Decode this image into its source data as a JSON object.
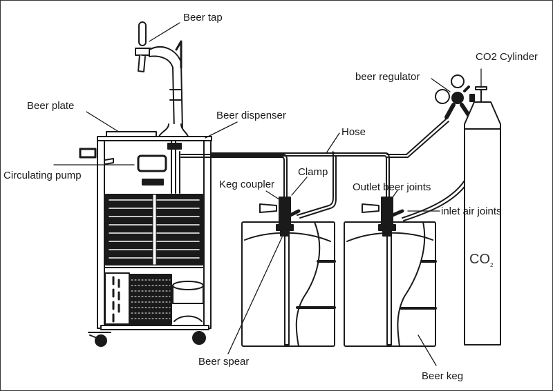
{
  "title": "Beer dispensing system diagram",
  "labels": {
    "beer_tap": "Beer tap",
    "beer_plate": "Beer plate",
    "beer_dispenser": "Beer dispenser",
    "circulating_pump": "Circulating pump",
    "hose": "Hose",
    "clamp": "Clamp",
    "keg_coupler": "Keg coupler",
    "outlet_beer_joints": "Outlet beer joints",
    "inlet_air_joints": "inlet air joints",
    "beer_regulator": "beer regulator",
    "co2_cylinder": "CO2 Cylinder",
    "beer_spear": "Beer spear",
    "beer_keg": "Beer keg"
  },
  "cylinder_marking": {
    "main": "CO",
    "sub": "2"
  },
  "colors": {
    "line": "#1a1a1a",
    "background": "#ffffff"
  }
}
